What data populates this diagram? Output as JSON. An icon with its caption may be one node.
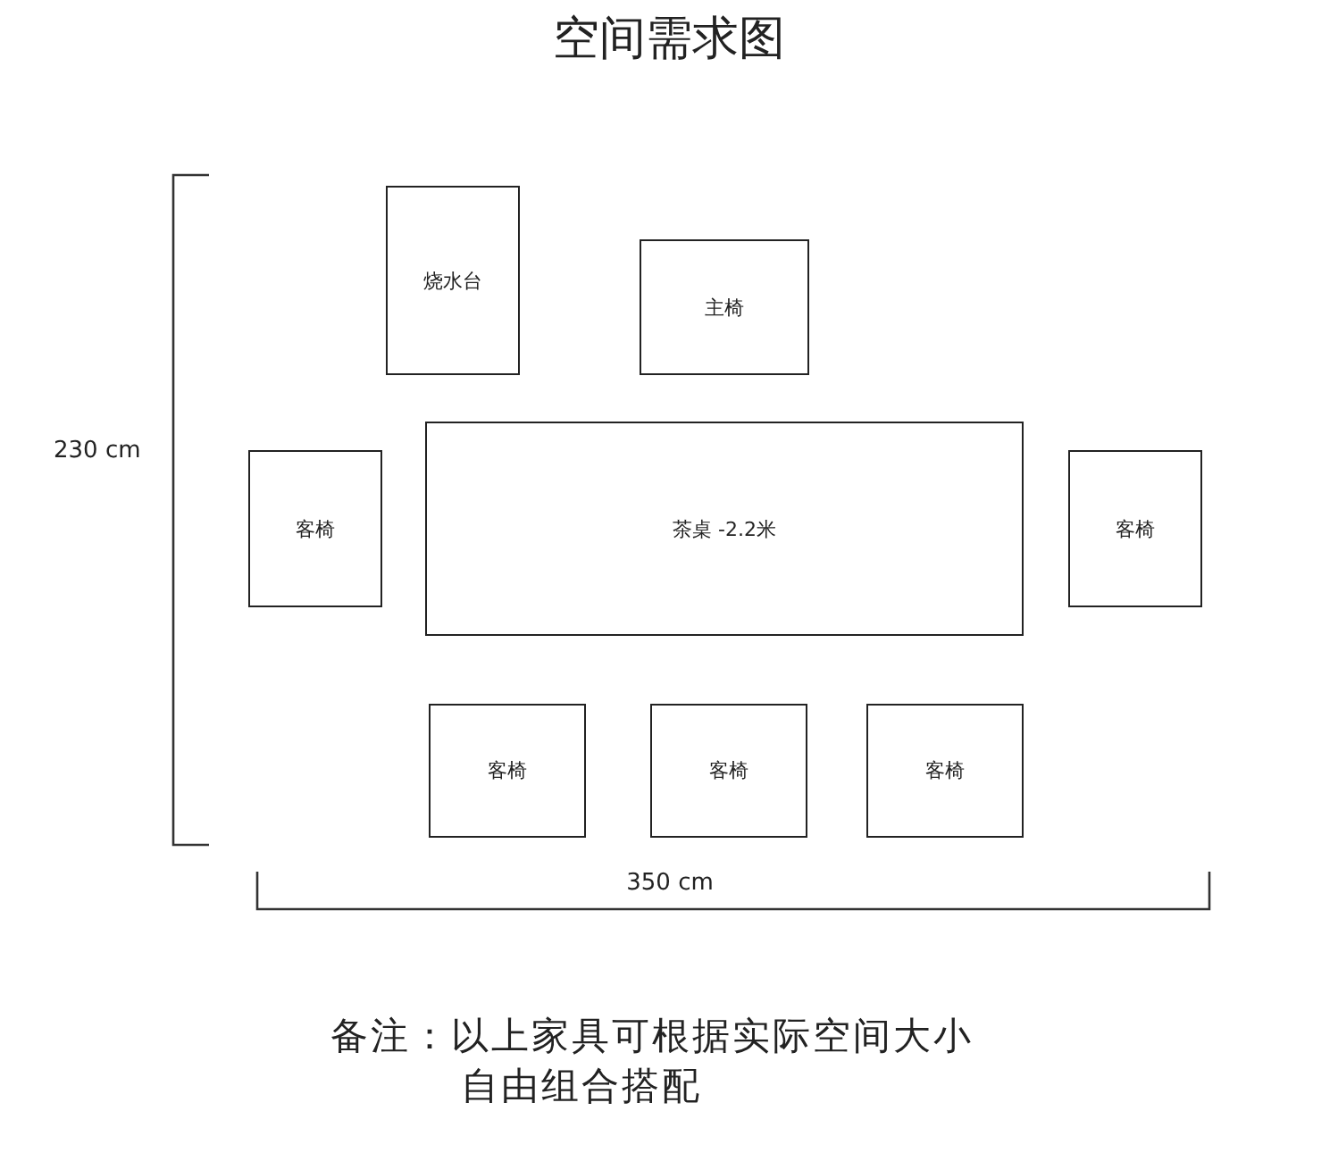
{
  "diagram": {
    "title": "空间需求图",
    "nodes": [
      {
        "text": [
          "烧水台"
        ]
      },
      {
        "text": [
          "主椅"
        ]
      },
      {
        "text": [
          "客椅"
        ]
      },
      {
        "text": [
          "茶桌 -2.2米"
        ]
      },
      {
        "text": [
          "客椅"
        ]
      },
      {
        "text": [
          "客椅"
        ]
      },
      {
        "text": [
          "客椅"
        ]
      },
      {
        "text": [
          "客椅"
        ]
      }
    ],
    "edges": [],
    "labels": [
      "230 cm",
      "350 cm",
      "备注：以上家具可根据实际空间大小自由组合搭配"
    ]
  }
}
